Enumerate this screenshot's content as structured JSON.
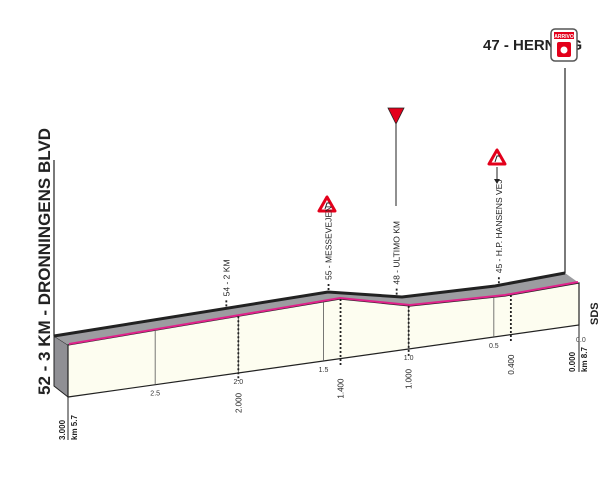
{
  "start_label": "52 - 3 KM - DRONNINGENS BLVD",
  "finish_label": "47 - HERNING",
  "finish_sign": "ARRIVO",
  "sds_label": "SDS",
  "start_distance": "3.000",
  "start_km": "km 5.7",
  "end_distance": "0.000",
  "end_km": "km 8.7",
  "end_tick": "0.0",
  "colors": {
    "road_line": "#e0218a",
    "profile_top": "#9a9a9e",
    "profile_face": "#fdfdf0",
    "warning": "#e3001b"
  },
  "km_ticks": [
    {
      "label": "2.5",
      "km": 2.5
    },
    {
      "label": "2.0",
      "km": 2.0
    },
    {
      "label": "1.5",
      "km": 1.5
    },
    {
      "label": "1.0",
      "km": 1.0
    },
    {
      "label": "0.5",
      "km": 0.5
    }
  ],
  "points": [
    {
      "name": "54 - 2 KM",
      "distance": "2.000",
      "km": 2.0,
      "icon": ""
    },
    {
      "name": "55 - MESSEVEJEN",
      "distance": "1.400",
      "km": 1.4,
      "icon": "dangerous-curve-icon"
    },
    {
      "name": "48 - ULTIMO KM",
      "distance": "1.000",
      "km": 1.0,
      "icon": "flamme-rouge-icon"
    },
    {
      "name": "45 - H.P. HANSENS VEJ",
      "distance": "0.400",
      "km": 0.4,
      "icon": "dangerous-curve-icon"
    }
  ]
}
